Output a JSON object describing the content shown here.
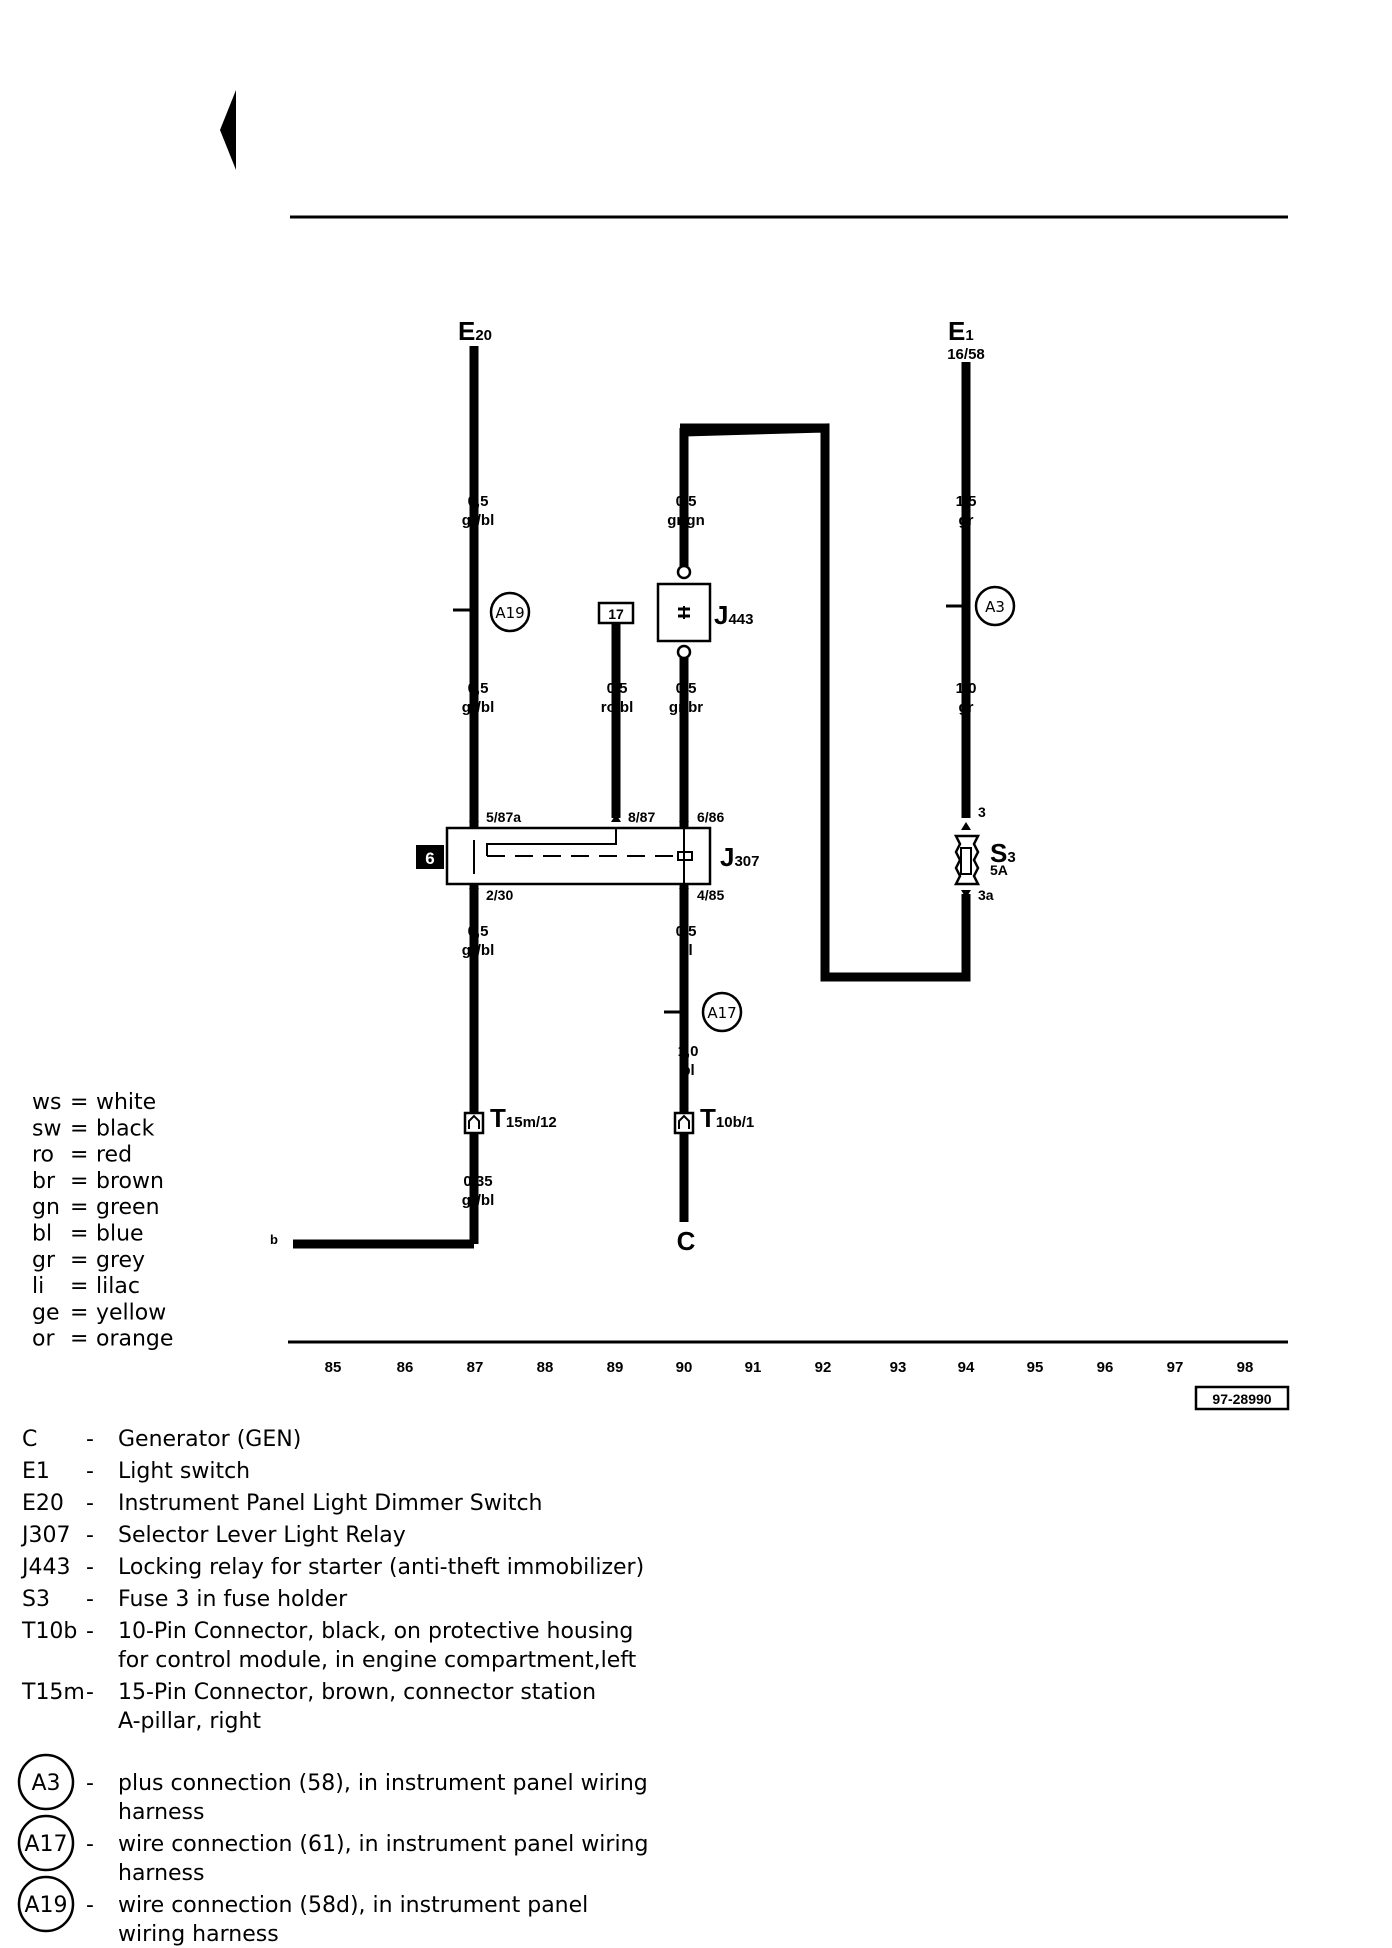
{
  "components": {
    "e20": {
      "main": "E",
      "sub": "20"
    },
    "e1": {
      "main": "E",
      "sub": "1",
      "terminal": "16/58"
    },
    "j443": {
      "main": "J",
      "sub": "443"
    },
    "j307": {
      "main": "J",
      "sub": "307",
      "box_number": "6"
    },
    "s3": {
      "main": "S",
      "sub": "3",
      "rating": "5A"
    },
    "generator": "C",
    "fuse_pin_in": "3",
    "fuse_pin_out": "3a",
    "connector_t15m": {
      "main": "T",
      "sub": "15m/12"
    },
    "connector_t10b": {
      "main": "T",
      "sub": "10b/1"
    },
    "ref_box_17": "17",
    "wire_b_end": "b"
  },
  "wires": [
    {
      "size": "0,5",
      "color": "gr/bl"
    },
    {
      "size": "0,5",
      "color": "gr/gn"
    },
    {
      "size": "1,5",
      "color": "gr"
    },
    {
      "size": "0,5",
      "color": "gr/bl"
    },
    {
      "size": "0,5",
      "color": "ro/bl"
    },
    {
      "size": "0,5",
      "color": "gr/br"
    },
    {
      "size": "1,0",
      "color": "gr"
    },
    {
      "size": "0,5",
      "color": "gr/bl"
    },
    {
      "size": "0,5",
      "color": "bl"
    },
    {
      "size": "1,0",
      "color": "bl"
    },
    {
      "size": "0,35",
      "color": "gr/bl"
    }
  ],
  "relay_pins": [
    "5/87a",
    "8/87",
    "6/86",
    "2/30",
    "4/85"
  ],
  "connections": {
    "a19": "A19",
    "a3": "A3",
    "a17": "A17"
  },
  "color_legend": [
    {
      "code": "ws",
      "name": "white"
    },
    {
      "code": "sw",
      "name": "black"
    },
    {
      "code": "ro",
      "name": "red"
    },
    {
      "code": "br",
      "name": "brown"
    },
    {
      "code": "gn",
      "name": "green"
    },
    {
      "code": "bl",
      "name": "blue"
    },
    {
      "code": "gr",
      "name": "grey"
    },
    {
      "code": "li",
      "name": "lilac"
    },
    {
      "code": "ge",
      "name": "yellow"
    },
    {
      "code": "or",
      "name": "orange"
    }
  ],
  "current_track_numbers": [
    "85",
    "86",
    "87",
    "88",
    "89",
    "90",
    "91",
    "92",
    "93",
    "94",
    "95",
    "96",
    "97",
    "98"
  ],
  "diagram_id": "97-28990",
  "component_legend": [
    {
      "code": "C",
      "dash": "-",
      "desc": "Generator (GEN)"
    },
    {
      "code": "E1",
      "dash": "-",
      "desc": "Light switch"
    },
    {
      "code": "E20",
      "dash": "-",
      "desc": "Instrument Panel Light Dimmer Switch"
    },
    {
      "code": "J307",
      "dash": "-",
      "desc": "Selector Lever Light Relay"
    },
    {
      "code": "J443",
      "dash": "-",
      "desc": "Locking relay for starter  (anti-theft immobilizer)"
    },
    {
      "code": "S3",
      "dash": "-",
      "desc": "Fuse 3 in fuse holder"
    },
    {
      "code": "T10b",
      "dash": "-",
      "desc": "10-Pin Connector, black, on protective housing",
      "desc2": "for control module, in engine compartment,left"
    },
    {
      "code": "T15m",
      "dash": "-",
      "desc": "15-Pin Connector, brown, connector station",
      "desc2": "A-pillar, right"
    }
  ],
  "connection_legend": [
    {
      "code": "A3",
      "dash": "-",
      "desc": "plus connection (58), in instrument panel wiring",
      "desc2": "harness"
    },
    {
      "code": "A17",
      "dash": "-",
      "desc": "wire connection (61), in instrument panel wiring",
      "desc2": "harness"
    },
    {
      "code": "A19",
      "dash": "-",
      "desc": "wire connection (58d), in instrument panel",
      "desc2": "wiring harness"
    }
  ]
}
